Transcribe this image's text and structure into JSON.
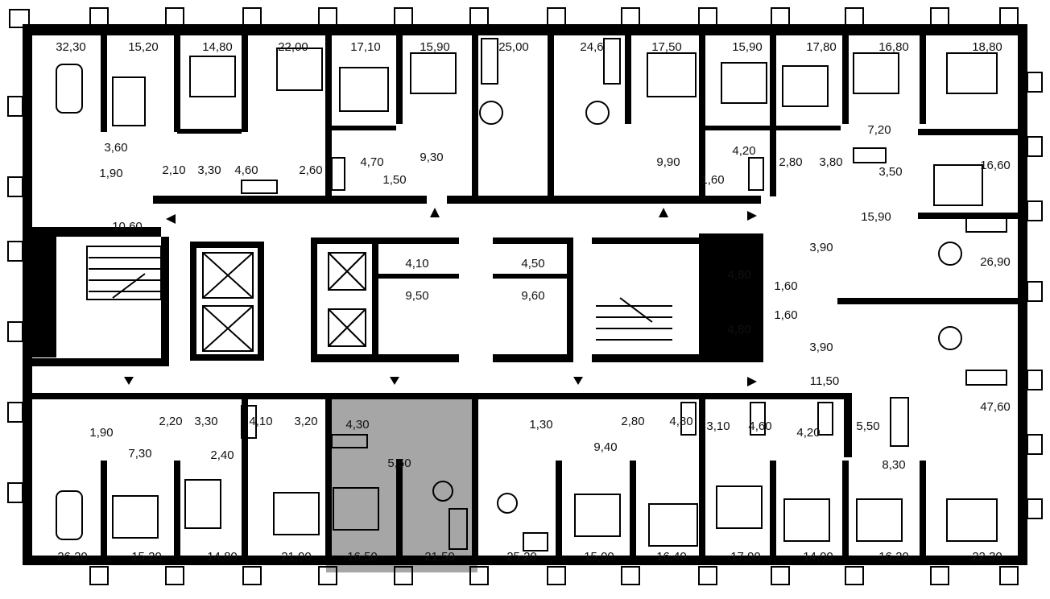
{
  "plan": {
    "highlight_color": "#a6a6a6",
    "wall_color": "#000000",
    "background": "#ffffff",
    "icons": [
      "door-arc-icon",
      "stairs-icon",
      "elevator-icon",
      "arrow-icon",
      "bed-icon",
      "table-icon",
      "sofa-icon",
      "bath-icon",
      "toilet-icon"
    ],
    "rooms": [
      {
        "label": "32,30"
      },
      {
        "label": "15,20"
      },
      {
        "label": "14,80"
      },
      {
        "label": "22,00"
      },
      {
        "label": "17,10"
      },
      {
        "label": "15,90"
      },
      {
        "label": "25,00"
      },
      {
        "label": "24,6"
      },
      {
        "label": "17,50"
      },
      {
        "label": "15,90"
      },
      {
        "label": "17,80"
      },
      {
        "label": "16,80"
      },
      {
        "label": "18,80"
      },
      {
        "label": "3,60"
      },
      {
        "label": "1,90"
      },
      {
        "label": "2,10"
      },
      {
        "label": "3,30"
      },
      {
        "label": "4,60"
      },
      {
        "label": "2,60"
      },
      {
        "label": "4,70"
      },
      {
        "label": "1,50"
      },
      {
        "label": "9,30"
      },
      {
        "label": "9,90"
      },
      {
        "label": "4,20"
      },
      {
        "label": "1,60"
      },
      {
        "label": "2,80"
      },
      {
        "label": "3,80"
      },
      {
        "label": "3,50"
      },
      {
        "label": "7,20"
      },
      {
        "label": "16,60"
      },
      {
        "label": "10,60"
      },
      {
        "label": "15,90"
      },
      {
        "label": "4,10"
      },
      {
        "label": "9,50"
      },
      {
        "label": "4,50"
      },
      {
        "label": "9,60"
      },
      {
        "label": "4,80"
      },
      {
        "label": "1,60"
      },
      {
        "label": "3,90"
      },
      {
        "label": "26,90"
      },
      {
        "label": "1,60"
      },
      {
        "label": "4,80"
      },
      {
        "label": "3,90"
      },
      {
        "label": "11,50"
      },
      {
        "label": "47,60"
      },
      {
        "label": "1,90"
      },
      {
        "label": "2,20"
      },
      {
        "label": "3,30"
      },
      {
        "label": "4,10"
      },
      {
        "label": "3,20"
      },
      {
        "label": "4,30"
      },
      {
        "label": "1,30"
      },
      {
        "label": "2,80"
      },
      {
        "label": "4,80"
      },
      {
        "label": "3,10"
      },
      {
        "label": "4,60"
      },
      {
        "label": "4,20"
      },
      {
        "label": "5,50"
      },
      {
        "label": "7,30"
      },
      {
        "label": "2,40"
      },
      {
        "label": "5,50"
      },
      {
        "label": "9,40"
      },
      {
        "label": "8,30"
      },
      {
        "label": "26,20"
      },
      {
        "label": "15,20"
      },
      {
        "label": "14,80"
      },
      {
        "label": "21,90"
      },
      {
        "label": "16,50"
      },
      {
        "label": "21,50"
      },
      {
        "label": "25,20"
      },
      {
        "label": "15,00"
      },
      {
        "label": "16,40"
      },
      {
        "label": "17,90"
      },
      {
        "label": "14,00"
      },
      {
        "label": "16,20"
      },
      {
        "label": "22,30"
      }
    ]
  }
}
